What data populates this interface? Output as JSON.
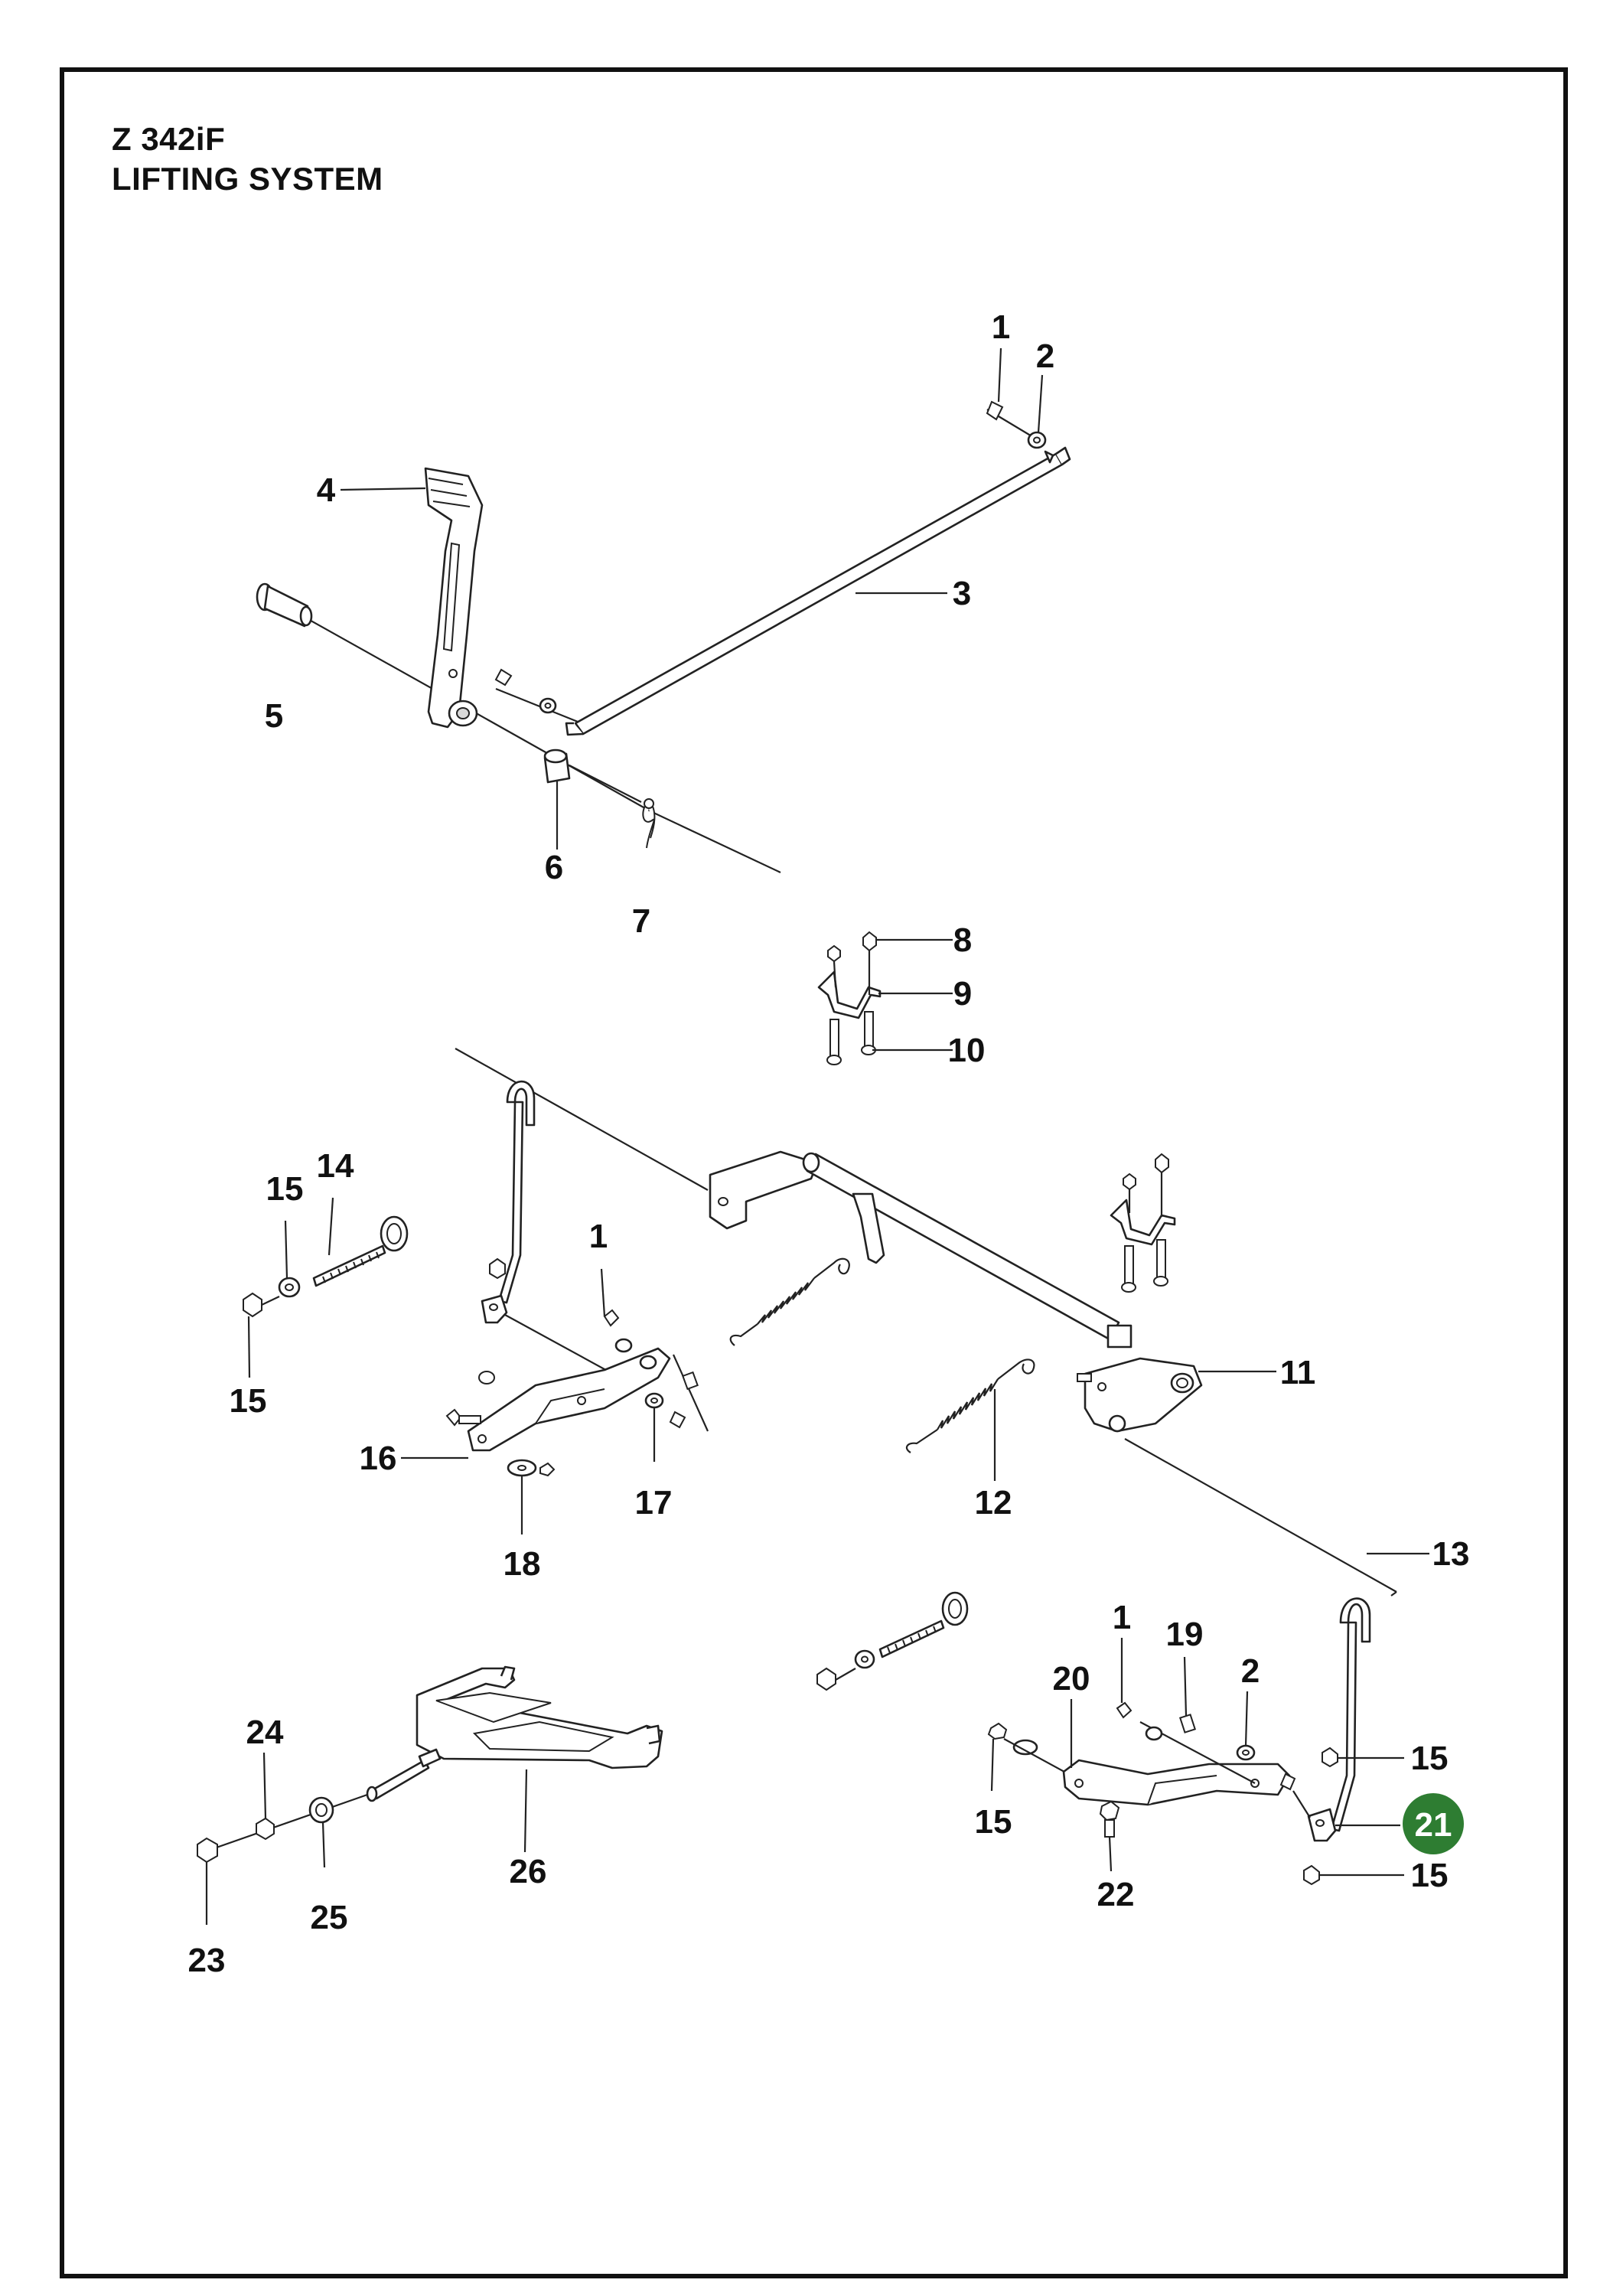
{
  "header": {
    "model": "Z 342iF",
    "system": "LIFTING SYSTEM"
  },
  "colors": {
    "highlight": "#2e7d32",
    "ink": "#111111"
  },
  "labels": {
    "p1a": "1",
    "p2a": "2",
    "p3": "3",
    "p4": "4",
    "p5": "5",
    "p6": "6",
    "p7": "7",
    "p8": "8",
    "p9": "9",
    "p10": "10",
    "p14": "14",
    "p15a": "15",
    "p15b": "15",
    "p1b": "1",
    "p11": "11",
    "p12": "12",
    "p16": "16",
    "p17": "17",
    "p18": "18",
    "p13": "13",
    "p1c": "1",
    "p19": "19",
    "p2b": "2",
    "p20": "20",
    "p15c": "15",
    "p15d": "15",
    "p21": "21",
    "p15e": "15",
    "p22": "22",
    "p24": "24",
    "p26": "26",
    "p25": "25",
    "p23": "23"
  }
}
